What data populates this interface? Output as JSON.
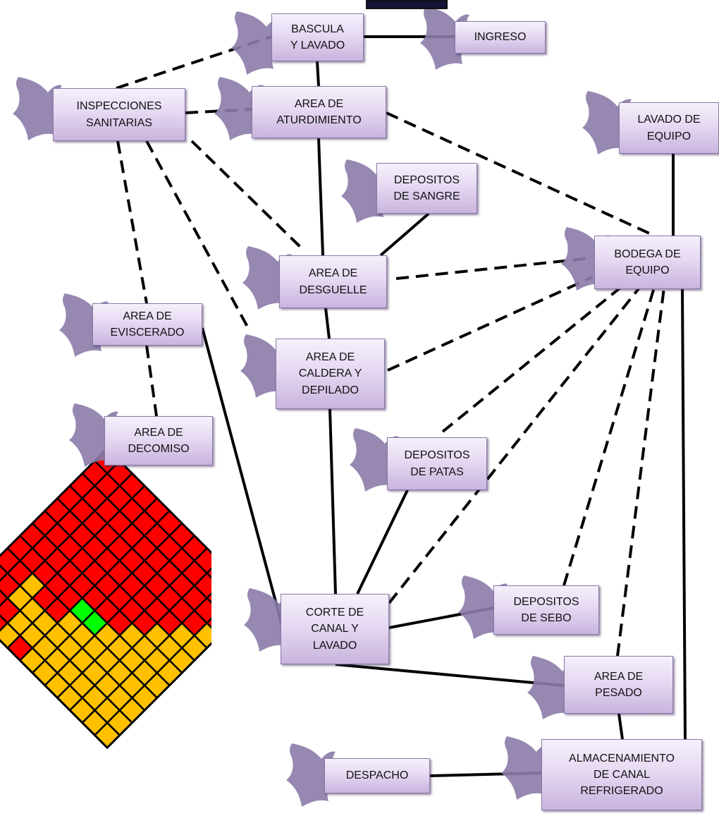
{
  "diagram": {
    "nodes": {
      "bascula": "BASCULA\nY LAVADO",
      "ingreso": "INGRESO",
      "inspecciones": "INSPECCIONES\nSANITARIAS",
      "aturdimiento": "AREA DE\nATURDIMIENTO",
      "lavado_equipo": "LAVADO DE\nEQUIPO",
      "sangre": "DEPOSITOS\nDE SANGRE",
      "bodega": "BODEGA DE\nEQUIPO",
      "desguelle": "AREA DE\nDESGUELLE",
      "eviscerado": "AREA DE\nEVISCERADO",
      "caldera": "AREA DE\nCALDERA Y\nDEPILADO",
      "decomiso": "AREA DE\nDECOMISO",
      "patas": "DEPOSITOS\nDE PATAS",
      "corte": "CORTE DE\nCANAL Y\nLAVADO",
      "sebo": "DEPOSITOS\nDE SEBO",
      "pesado": "AREA DE\nPESADO",
      "despacho": "DESPACHO",
      "almacenamiento": "ALMACENAMIENTO\nDE CANAL\nREFRIGERADO"
    },
    "grid": {
      "cells": [
        [
          "R",
          "R",
          "R",
          "R",
          "R",
          "R",
          "R",
          "R",
          "R",
          "R",
          "R",
          "R"
        ],
        [
          "R",
          "R",
          "R",
          "R",
          "R",
          "R",
          "R",
          "R",
          "R",
          "R",
          "R",
          "R"
        ],
        [
          "R",
          "R",
          "O",
          "O",
          "R",
          "R",
          "R",
          "R",
          "R",
          "R",
          "R",
          "R"
        ],
        [
          "O",
          "O",
          "O",
          "R",
          "R",
          "R",
          "R",
          "R",
          "R",
          "R",
          "R",
          "R"
        ],
        [
          "R",
          "O",
          "O",
          "R",
          "R",
          "R",
          "R",
          "R",
          "R",
          "R",
          "R",
          "R"
        ],
        [
          "O",
          "O",
          "O",
          "O",
          "G",
          "R",
          "R",
          "R",
          "R",
          "R",
          "R",
          "R"
        ],
        [
          "O",
          "O",
          "O",
          "O",
          "G",
          "R",
          "R",
          "R",
          "R",
          "R",
          "R",
          "R"
        ],
        [
          "O",
          "O",
          "O",
          "O",
          "O",
          "R",
          "R",
          "R",
          "R",
          "R",
          "R",
          "R"
        ],
        [
          "O",
          "O",
          "O",
          "O",
          "O",
          "O",
          "R",
          "R",
          "R",
          "R",
          "R",
          "R"
        ],
        [
          "O",
          "O",
          "O",
          "O",
          "O",
          "O",
          "O",
          "R",
          "R",
          "R",
          "R",
          "R"
        ],
        [
          "O",
          "O",
          "O",
          "O",
          "O",
          "O",
          "O",
          "O",
          "R",
          "R",
          "R",
          "R"
        ],
        [
          "O",
          "O",
          "O",
          "O",
          "O",
          "O",
          "O",
          "O",
          "O",
          "R",
          "R",
          "R"
        ]
      ],
      "colors": {
        "R": "#ff0000",
        "O": "#ffc000",
        "G": "#00ff00"
      }
    },
    "colors": {
      "node_border": "#8a7aa6",
      "leaf": "#8b7ba8",
      "line": "#000000"
    }
  }
}
